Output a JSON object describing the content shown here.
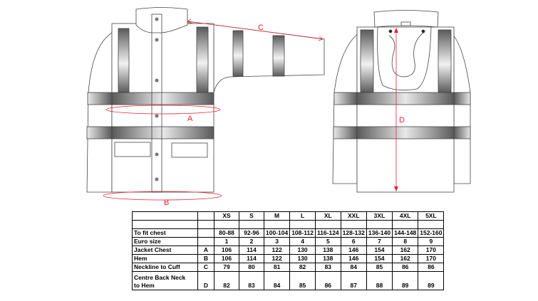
{
  "diagram": {
    "labels": {
      "a": "A",
      "b": "B",
      "c": "C",
      "d": "D"
    },
    "colors": {
      "dimension": "#e8202a",
      "outline": "#444444",
      "band_dark": "#5a5a5a",
      "band_light": "#f2f2f2"
    }
  },
  "size_table": {
    "sizes": [
      "XS",
      "S",
      "M",
      "L",
      "XL",
      "XXL",
      "3XL",
      "4XL",
      "5XL"
    ],
    "rows": [
      {
        "label": "To fit chest",
        "letter": "",
        "values": [
          "80-88",
          "92-96",
          "100-104",
          "108-112",
          "116-124",
          "128-132",
          "136-140",
          "144-148",
          "152-160"
        ]
      },
      {
        "label": "Euro size",
        "letter": "",
        "values": [
          "1",
          "2",
          "3",
          "4",
          "5",
          "6",
          "7",
          "8",
          "9"
        ]
      },
      {
        "label": "Jacket Chest",
        "letter": "A",
        "values": [
          "106",
          "114",
          "122",
          "130",
          "138",
          "146",
          "154",
          "162",
          "170"
        ]
      },
      {
        "label": "Hem",
        "letter": "B",
        "values": [
          "106",
          "114",
          "122",
          "130",
          "138",
          "146",
          "154",
          "162",
          "170"
        ]
      },
      {
        "label": "Neckline to Cuff",
        "letter": "C",
        "values": [
          "79",
          "80",
          "81",
          "82",
          "83",
          "84",
          "85",
          "86",
          "86"
        ]
      }
    ],
    "last_row": {
      "label_line1": "Centre Back Neck",
      "label_line2": "to Hem",
      "letter": "D",
      "values": [
        "82",
        "83",
        "84",
        "85",
        "86",
        "87",
        "88",
        "89",
        "89"
      ]
    }
  }
}
